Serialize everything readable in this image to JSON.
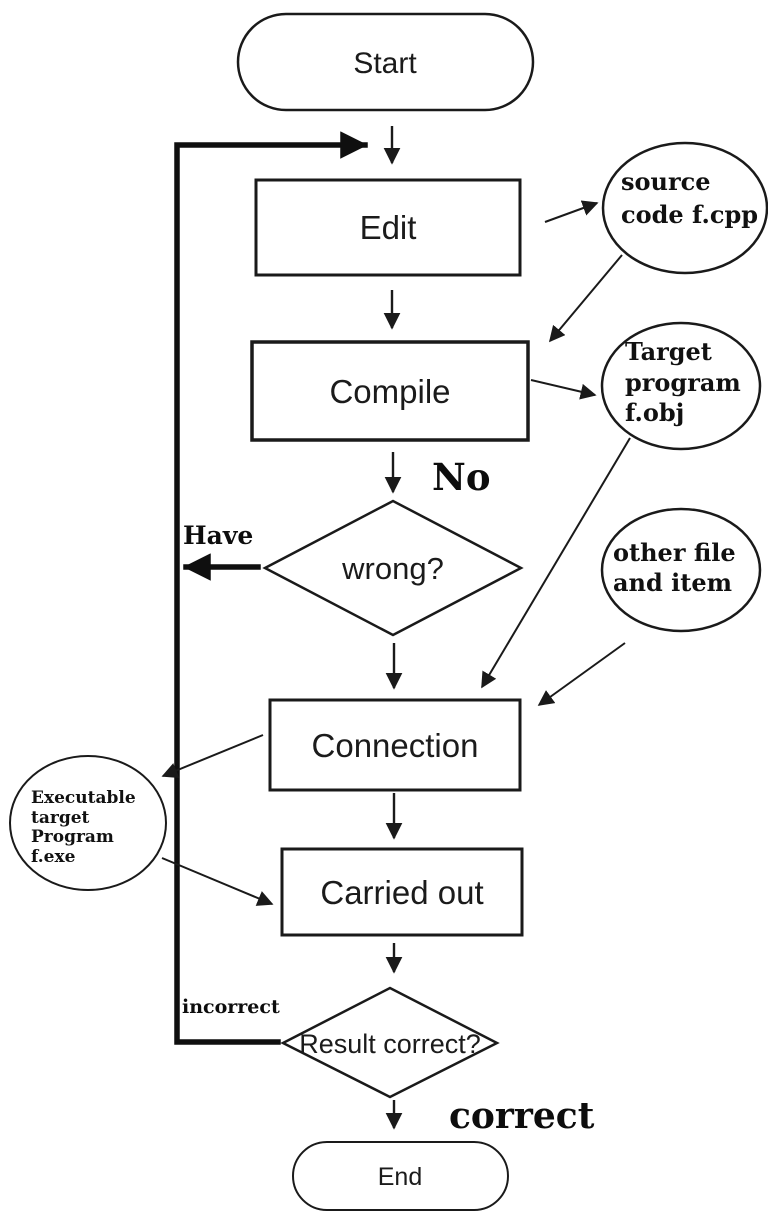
{
  "diagram": {
    "type": "flowchart",
    "subject": "program development cycle",
    "nodes": {
      "start": {
        "label": "Start",
        "shape": "terminator"
      },
      "edit": {
        "label": "Edit",
        "shape": "process"
      },
      "compile": {
        "label": "Compile",
        "shape": "process"
      },
      "wrong": {
        "label": "wrong?",
        "shape": "decision"
      },
      "connection": {
        "label": "Connection",
        "shape": "process"
      },
      "carried_out": {
        "label": "Carried out",
        "shape": "process"
      },
      "result_correct": {
        "label": "Result correct?",
        "shape": "decision"
      },
      "end": {
        "label": "End",
        "shape": "terminator"
      }
    },
    "annotations": {
      "source_code": {
        "shape": "ellipse",
        "lines": [
          "source",
          "code f.cpp"
        ]
      },
      "target_program": {
        "shape": "ellipse",
        "lines": [
          "Target",
          "program",
          "f.obj"
        ]
      },
      "other_file": {
        "shape": "ellipse",
        "lines": [
          "other file",
          "and item"
        ]
      },
      "executable": {
        "shape": "ellipse",
        "lines": [
          "Executable",
          "target",
          "Program",
          "f.exe"
        ]
      }
    },
    "edge_labels": {
      "no": "No",
      "have": "Have",
      "incorrect": "incorrect",
      "correct": "correct"
    },
    "colors": {
      "background": "#ffffff",
      "line": "#1a1a1a",
      "node_fill": "#ffffff",
      "text": "#1b1b1b"
    }
  }
}
